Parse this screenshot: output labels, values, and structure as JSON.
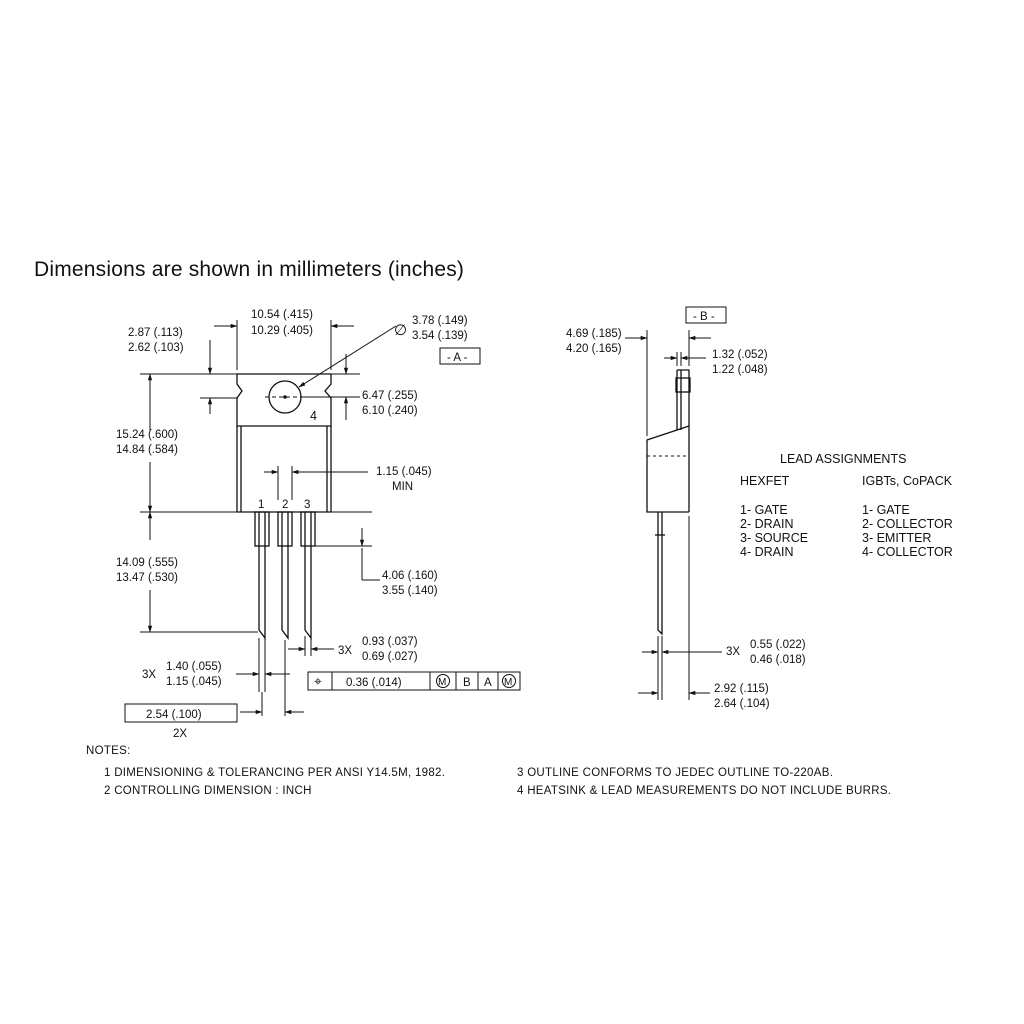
{
  "heading": "Dimensions are shown in millimeters (inches)",
  "front_view": {
    "width_max": "10.54 (.415)",
    "width_min": "10.29 (.405)",
    "tab_thk_max": "2.87 (.113)",
    "tab_thk_min": "2.62 (.103)",
    "hole_dia_symbol": "∅",
    "hole_dia_max": "3.78 (.149)",
    "hole_dia_min": "3.54 (.139)",
    "datum_a": "- A -",
    "hole_ctr_max": "6.47 (.255)",
    "hole_ctr_min": "6.10 (.240)",
    "tab_label": "4",
    "height_max": "15.24 (.600)",
    "height_min": "14.84 (.584)",
    "lead_w_min_val": "1.15 (.045)",
    "lead_w_min_word": "MIN",
    "pin1": "1",
    "pin2": "2",
    "pin3": "3",
    "lead_len_max": "14.09 (.555)",
    "lead_len_min": "13.47 (.530)",
    "shoulder_max": "4.06 (.160)",
    "shoulder_min": "3.55 (.140)",
    "lead_wid_qty": "3X",
    "lead_wid_max": "0.93 (.037)",
    "lead_wid_min": "0.69 (.027)",
    "lead_base_qty": "3X",
    "lead_base_max": "1.40 (.055)",
    "lead_base_min": "1.15 (.045)",
    "pitch": "2.54 (.100)",
    "pitch_qty": "2X",
    "fcf_symbol": "⌖",
    "fcf_tol": "0.36 (.014)",
    "fcf_mod1": "M",
    "fcf_b": "B",
    "fcf_a": "A",
    "fcf_mod2": "M"
  },
  "side_view": {
    "depth_max": "4.69 (.185)",
    "depth_min": "4.20 (.165)",
    "datum_b": "- B -",
    "tab_max": "1.32 (.052)",
    "tab_min": "1.22 (.048)",
    "lead_thk_qty": "3X",
    "lead_thk_max": "0.55 (.022)",
    "lead_thk_min": "0.46 (.018)",
    "stand_max": "2.92 (.115)",
    "stand_min": "2.64 (.104)"
  },
  "lead_assignments": {
    "title": "LEAD ASSIGNMENTS",
    "hexfet": {
      "title": "HEXFET",
      "items": [
        "1- GATE",
        "2- DRAIN",
        "3- SOURCE",
        "4- DRAIN"
      ]
    },
    "igbt": {
      "title": "IGBTs, CoPACK",
      "items": [
        "1- GATE",
        "2- COLLECTOR",
        "3- EMITTER",
        "4- COLLECTOR"
      ]
    }
  },
  "notes": {
    "title": "NOTES:",
    "n1": "1  DIMENSIONING & TOLERANCING PER ANSI Y14.5M, 1982.",
    "n2": "2  CONTROLLING DIMENSION : INCH",
    "n3": "3  OUTLINE CONFORMS TO JEDEC OUTLINE TO-220AB.",
    "n4": "4  HEATSINK & LEAD MEASUREMENTS DO NOT INCLUDE BURRS."
  }
}
